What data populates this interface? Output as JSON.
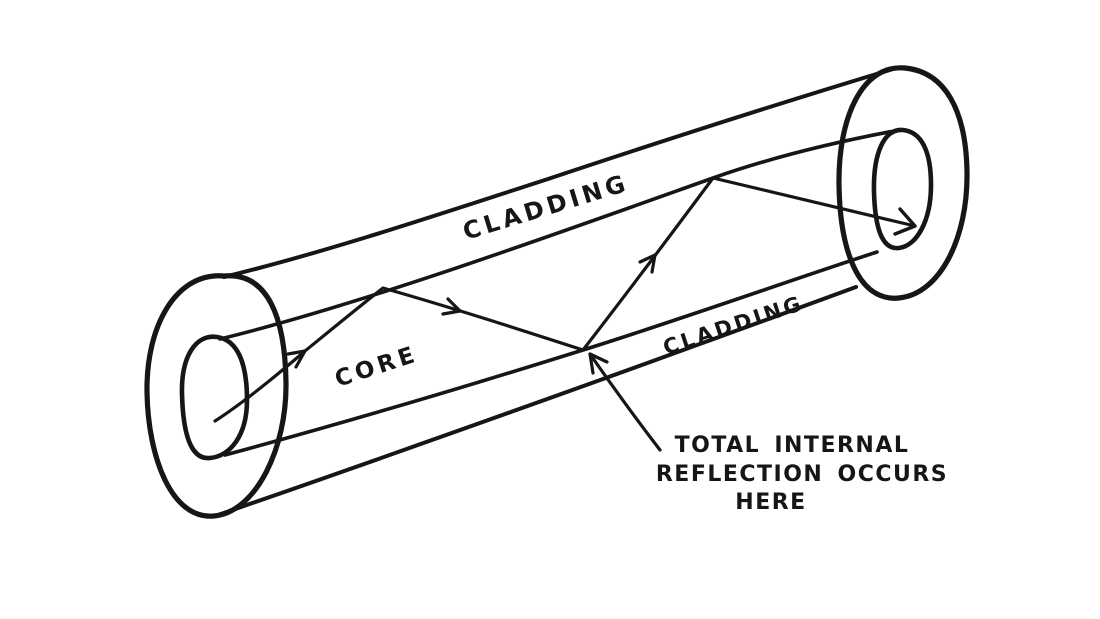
{
  "diagram": {
    "colors": {
      "ink": "#161616",
      "background": "#ffffff"
    },
    "labels": {
      "cladding_top": "CLADDING",
      "core": "CORE",
      "cladding_lower": "CLADDING"
    },
    "annotation": {
      "line1": "TOTAL INTERNAL",
      "line2": "REFLECTION OCCURS",
      "line3": "HERE"
    }
  }
}
